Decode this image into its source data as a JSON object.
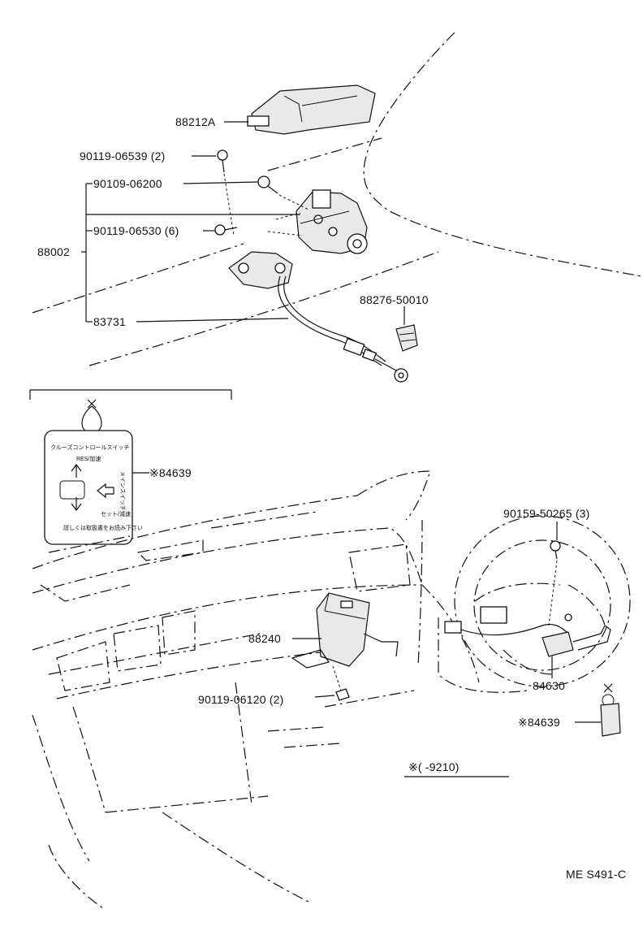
{
  "labels": {
    "cover": "88212A",
    "bolt_top": "90119-06539 (2)",
    "bolt_actuator": "90109-06200",
    "bolt_bracket": "90119-06530 (6)",
    "actuator_assy": "88002",
    "cable": "83731",
    "clamp": "88276-50010",
    "instruction_tag_left": "※84639",
    "steering_screw": "90159-50265 (3)",
    "computer": "88240",
    "computer_bolt": "90119-06120 (2)",
    "switch": "84630",
    "instruction_tag_right": "※84639",
    "footnote": "※(        -9210)",
    "diagram_code": "ME S491-C"
  },
  "tag": {
    "title": "クルーズコントロールスイッチ",
    "top_text": "RES/加速",
    "side_text": "メインスイッチ",
    "bottom_text": "セット/減速",
    "footer_text": "詳しくは取扱書をお読み下さい"
  }
}
